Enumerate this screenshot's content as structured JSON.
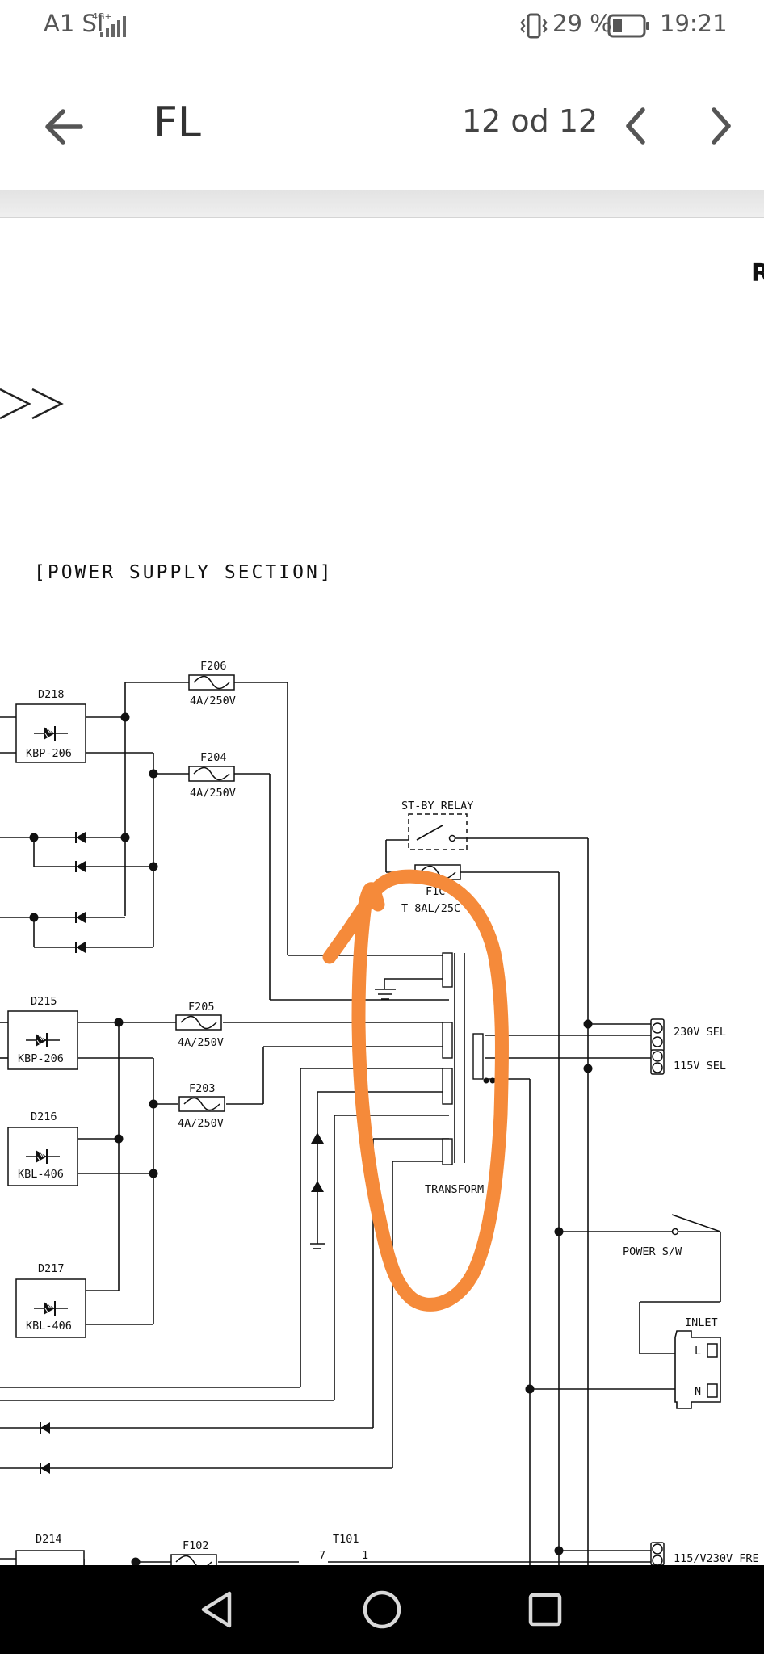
{
  "status_bar": {
    "carrier": "A1 SI",
    "network": "4G+",
    "battery_percent": "29 %",
    "time": "19:21"
  },
  "app_bar": {
    "back_icon": "arrow-left-icon",
    "title": "FL",
    "page_indicator": "12 od 12",
    "prev_icon": "chevron-left-icon",
    "next_icon": "chevron-right-icon"
  },
  "document": {
    "corner_letter": "R",
    "arrow_marker": ">>",
    "section_title": "[POWER SUPPLY SECTION]",
    "labels": {
      "f206": "F206",
      "f206_rating": "4A/250V",
      "f204": "F204",
      "f204_rating": "4A/250V",
      "f205": "F205",
      "f205_rating": "4A/250V",
      "f203": "F203",
      "f203_rating": "4A/250V",
      "d218": "D218",
      "d218_part": "KBP-206",
      "d215": "D215",
      "d215_part": "KBP-206",
      "d216": "D216",
      "d216_part": "KBL-406",
      "d217": "D217",
      "d217_part": "KBL-406",
      "d214": "D214",
      "f102": "F102",
      "t101": "T101",
      "t101_pin7": "7",
      "t101_pin1": "1",
      "standby_relay": "ST-BY RELAY",
      "fuse_main_name": "F1C",
      "fuse_main_rating": "T 8AL/25C",
      "transformer": "TRANSFORM",
      "sel_230": "230V SEL",
      "sel_115": "115V SEL",
      "power_switch": "POWER S/W",
      "inlet": "INLET",
      "inlet_l": "L",
      "inlet_n": "N",
      "free_voltage": "115/V230V FRE"
    },
    "annotation_color": "#f58a3a"
  },
  "nav_bar": {
    "back_icon": "triangle-back-icon",
    "home_icon": "circle-home-icon",
    "recents_icon": "square-recents-icon"
  }
}
